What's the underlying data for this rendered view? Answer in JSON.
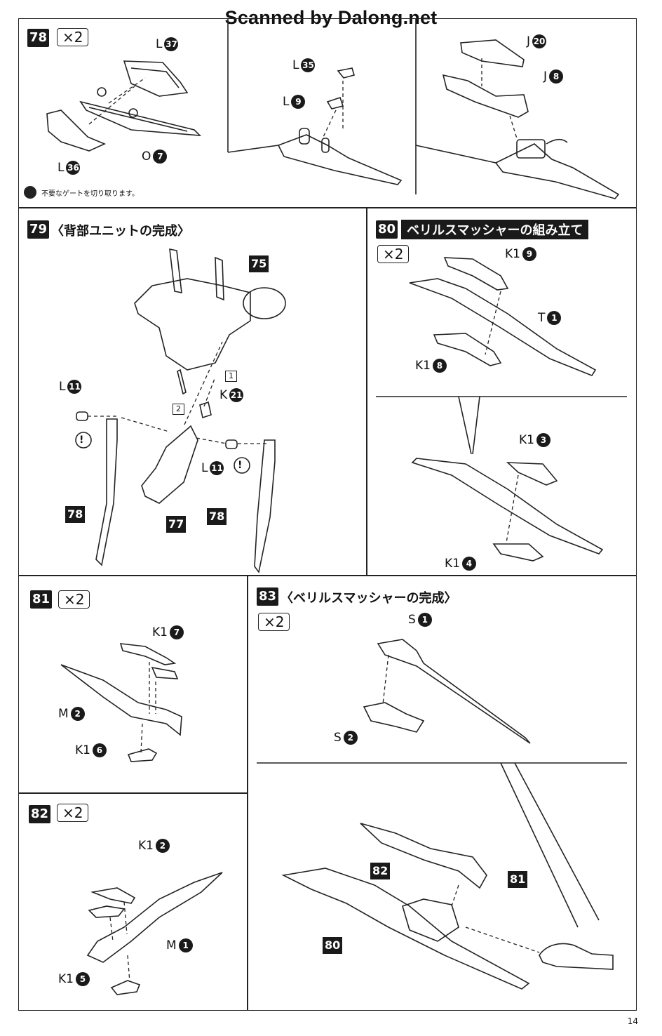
{
  "header": {
    "text": "Scanned by Dalong.net"
  },
  "page_number": "14",
  "steps": {
    "s78": {
      "badge": "78",
      "mult": "×2",
      "labels": {
        "l37_letter": "L",
        "l37_num": "37",
        "l36_letter": "L",
        "l36_num": "36",
        "o7_letter": "O",
        "o7_num": "7",
        "l35_letter": "L",
        "l35_num": "35",
        "l9_letter": "L",
        "l9_num": "9",
        "j20_letter": "J",
        "j20_num": "20",
        "j8_letter": "J",
        "j8_num": "8"
      },
      "note": "不要なゲートを切り取ります。"
    },
    "s79": {
      "badge": "79",
      "title": "〈背部ユニットの完成〉",
      "labels": {
        "l11a_letter": "L",
        "l11a_num": "11",
        "l11b_letter": "L",
        "l11b_num": "11",
        "k21_letter": "K",
        "k21_num": "21",
        "ref75": "75",
        "ref77": "77",
        "ref78a": "78",
        "ref78b": "78",
        "order1": "1",
        "order2": "2",
        "caution": "!"
      }
    },
    "s80": {
      "badge": "80",
      "title": "ベリルスマッシャーの組み立て",
      "mult": "×2",
      "labels": {
        "k19_letter": "K1",
        "k19_num": "9",
        "t1_letter": "T",
        "t1_num": "1",
        "k18_letter": "K1",
        "k18_num": "8",
        "k13_letter": "K1",
        "k13_num": "3",
        "k14_letter": "K1",
        "k14_num": "4"
      }
    },
    "s81": {
      "badge": "81",
      "mult": "×2",
      "labels": {
        "k17_letter": "K1",
        "k17_num": "7",
        "m2_letter": "M",
        "m2_num": "2",
        "k16_letter": "K1",
        "k16_num": "6"
      }
    },
    "s82": {
      "badge": "82",
      "mult": "×2",
      "labels": {
        "k12_letter": "K1",
        "k12_num": "2",
        "m1_letter": "M",
        "m1_num": "1",
        "k15_letter": "K1",
        "k15_num": "5"
      }
    },
    "s83": {
      "badge": "83",
      "title": "〈ベリルスマッシャーの完成〉",
      "mult": "×2",
      "labels": {
        "s1_letter": "S",
        "s1_num": "1",
        "s2_letter": "S",
        "s2_num": "2",
        "ref80": "80",
        "ref81": "81",
        "ref82": "82"
      }
    }
  }
}
